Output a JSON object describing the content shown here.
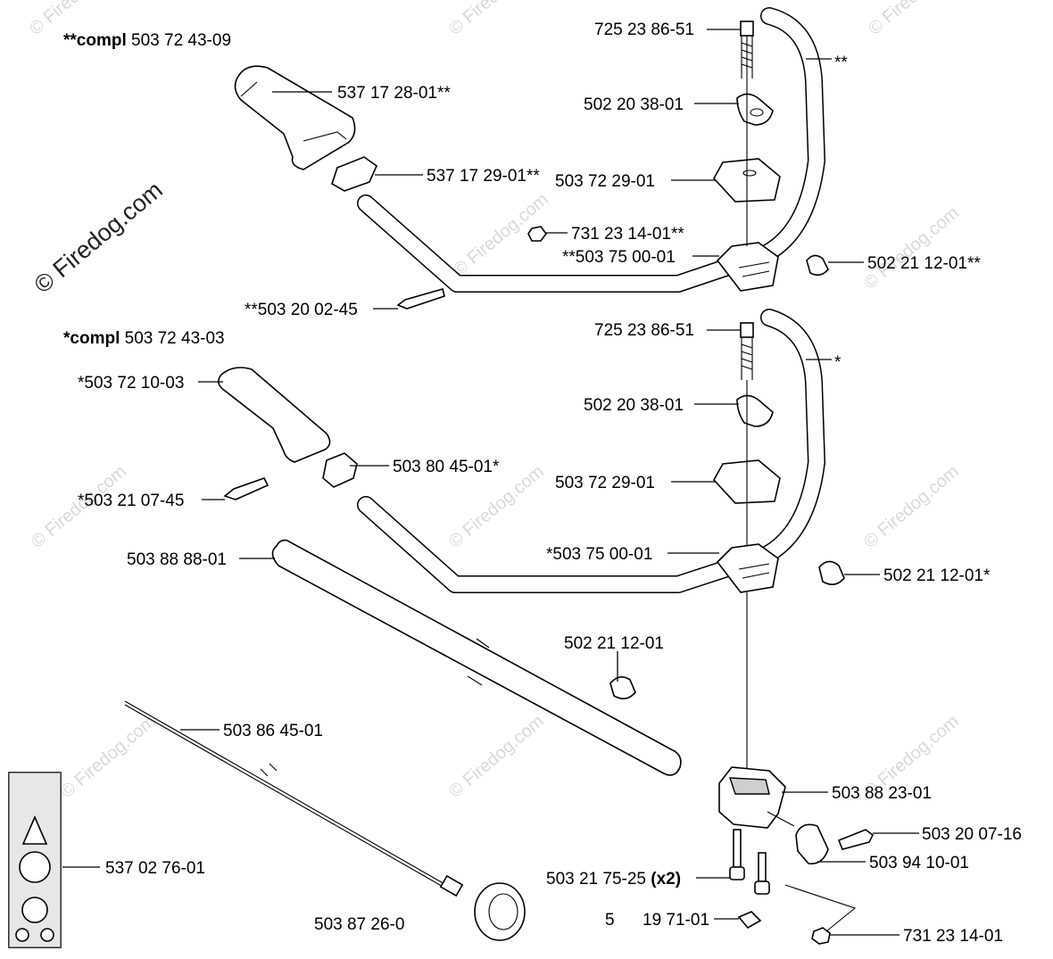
{
  "watermark": {
    "side_text": "© Firedog.com",
    "tile_text": "© Firedog.com"
  },
  "headers": {
    "top": {
      "prefix": "**compl",
      "number": "503 72 43-09"
    },
    "mid": {
      "prefix": "*compl",
      "number": "503 72 43-03"
    }
  },
  "labels": {
    "t1": "725 23 86-51",
    "t2": "**",
    "t3": "537 17 28-01**",
    "t4": "502 20 38-01",
    "t5": "537 17 29-01**",
    "t6": "503 72 29-01",
    "t7": "731 23 14-01**",
    "t8": "**503 75 00-01",
    "t9": "502 21 12-01**",
    "t10": "**503 20 02-45",
    "m1": "725 23 86-51",
    "m2": "*",
    "m3": "*503 72 10-03",
    "m4": "502 20 38-01",
    "m5": "503 80 45-01*",
    "m6": "*503 21 07-45",
    "m7": "503 72 29-01",
    "m8": "503 88 88-01",
    "m9": "*503 75 00-01",
    "m10": "502 21 12-01*",
    "b1": "502 21 12-01",
    "b2": "503 86 45-01",
    "b3": "503 88 23-01",
    "b4": "503 20 07-16",
    "b5": "537 02 76-01",
    "b6_number": "503 21 75-25",
    "b6_qty": "(x2)",
    "b7": "503 94 10-01",
    "b8": "503 87 26-0",
    "b9": "5",
    "b9b": "19 71-01",
    "b10": "731 23 14-01"
  }
}
